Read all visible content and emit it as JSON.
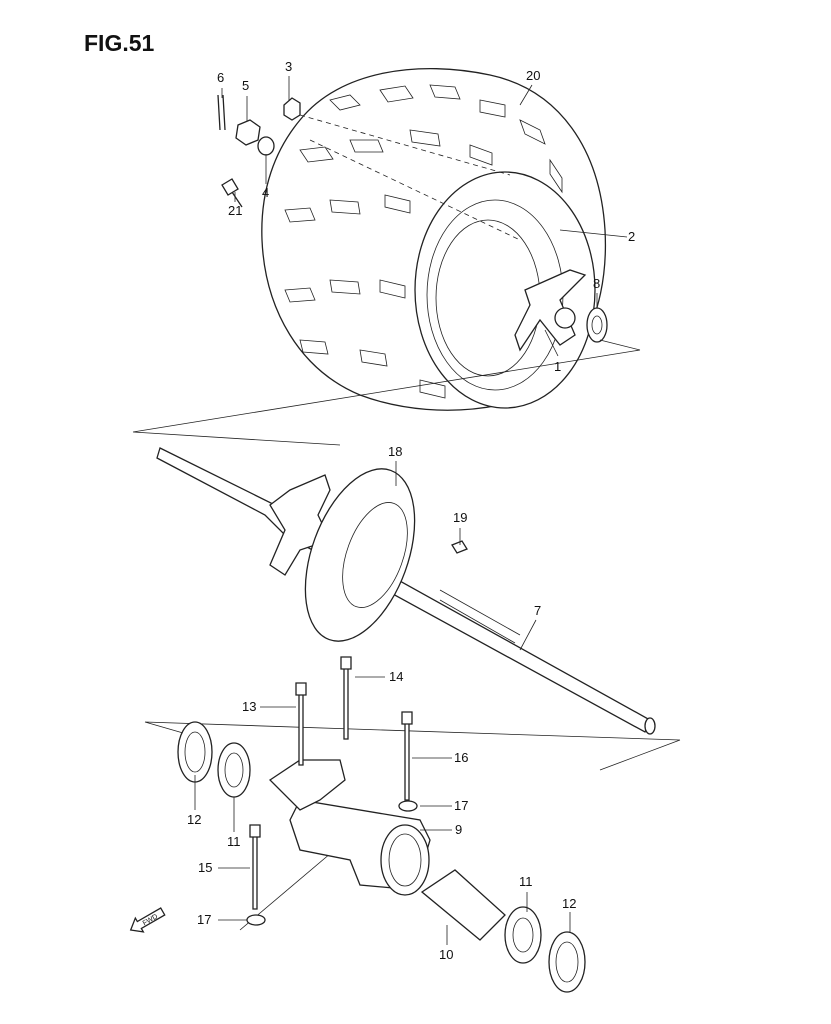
{
  "figure_title": "FIG.51",
  "fwd_label": "FWD",
  "callouts": [
    "6",
    "5",
    "3",
    "20",
    "4",
    "21",
    "2",
    "8",
    "1",
    "18",
    "19",
    "7",
    "14",
    "13",
    "16",
    "17",
    "9",
    "12",
    "11",
    "15",
    "17",
    "10",
    "11",
    "12"
  ]
}
